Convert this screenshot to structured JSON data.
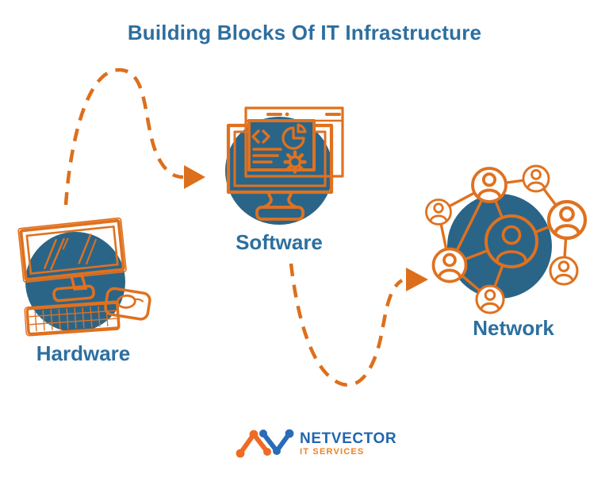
{
  "title": "Building Blocks Of IT Infrastructure",
  "blocks": [
    {
      "id": "hardware",
      "label": "Hardware",
      "icon": "desktop-computer-sketch-icon"
    },
    {
      "id": "software",
      "label": "Software",
      "icon": "monitor-code-pie-gear-icon"
    },
    {
      "id": "network",
      "label": "Network",
      "icon": "people-network-icon"
    }
  ],
  "arrows": [
    {
      "from": "Hardware",
      "to": "Software",
      "style": "dashed-arc-curve"
    },
    {
      "from": "Software",
      "to": "Network",
      "style": "dashed-valley-curve"
    }
  ],
  "logo": {
    "name": "NETVECTOR",
    "tagline": "IT SERVICES",
    "mark": "nv-zigzag-molecule-icon"
  },
  "colors": {
    "background": "#FFFFFF",
    "heading_blue": "#2D6F9F",
    "icon_fill_blue": "#2A6588",
    "icon_stroke_orange": "#E0711F",
    "arrow_orange": "#DD6F1C",
    "logo_name_blue": "#2166AE",
    "logo_tagline_orange": "#F08120",
    "logo_mark_orange": "#EE6B24",
    "logo_mark_blue": "#2A6CB5"
  }
}
